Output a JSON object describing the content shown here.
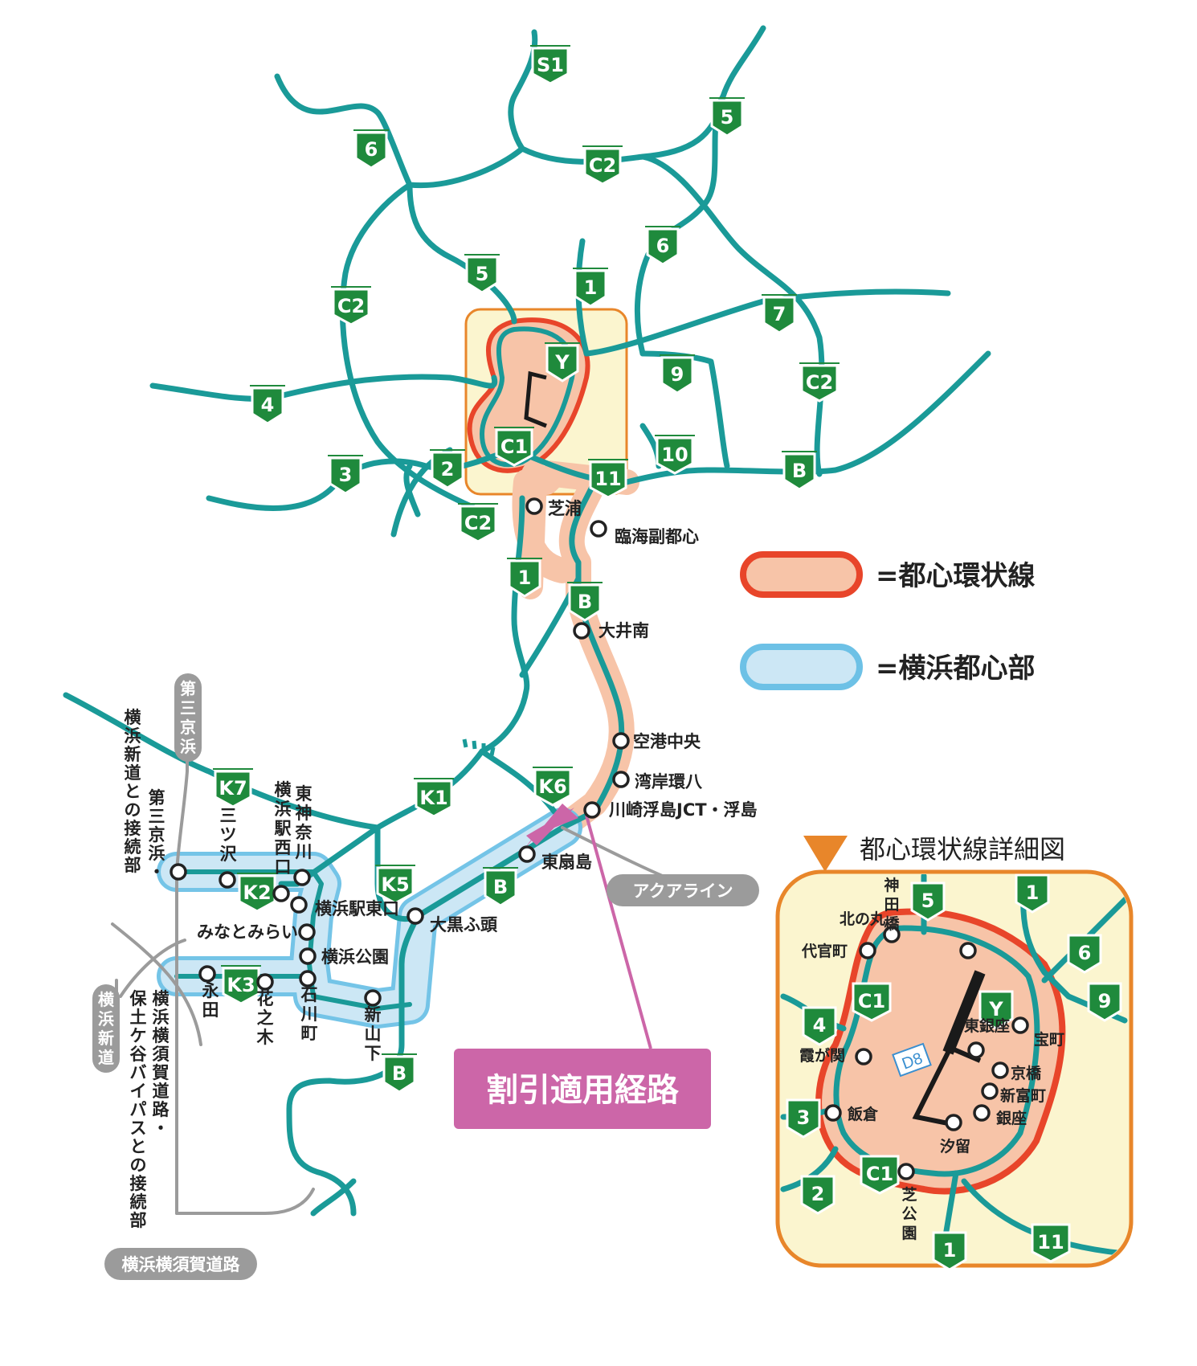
{
  "legend": {
    "ring_label": "=都心環状線",
    "yokohama_label": "=横浜都心部",
    "ring_fill": "#f7c4a8",
    "ring_stroke": "#e8452a",
    "yokohama_fill": "#cce7f5",
    "yokohama_stroke": "#6dc1e6"
  },
  "route_colors": {
    "road": "#1a9a98",
    "shield": "#1f8a3c",
    "discount": "#cc66a8",
    "inset_border": "#e8862a",
    "inset_bg": "#fbf5cf"
  },
  "discount_label": "割引適用経路",
  "inset_title": "都心環状線詳細図",
  "grey_labels": {
    "daisan_keihin": "第三京浜",
    "yokohama_shindo": "横浜新道",
    "yokohama_yokosuka": "横浜横須賀道路",
    "aqualine": "アクアライン"
  },
  "vertical_notes": {
    "shindo_connect": [
      "横",
      "浜",
      "新",
      "道",
      "と",
      "の",
      "接",
      "続",
      "部"
    ],
    "daisan_keihin_end": [
      "第",
      "三",
      "京",
      "浜",
      "・"
    ],
    "hodogaya": [
      "横",
      "浜",
      "横",
      "須",
      "賀",
      "道",
      "路",
      "・"
    ],
    "hodogaya2": [
      "保",
      "土",
      "ケ",
      "谷",
      "バ",
      "イ",
      "パ",
      "ス",
      "と",
      "の",
      "接",
      "続",
      "部"
    ]
  },
  "main_shields": [
    "S1",
    "5",
    "6",
    "C2",
    "5",
    "1",
    "6",
    "C2",
    "7",
    "Y",
    "9",
    "4",
    "C2",
    "C1",
    "10",
    "B",
    "3",
    "2",
    "11",
    "C2",
    "1",
    "B",
    "K7",
    "K1",
    "K6",
    "K5",
    "K2",
    "B",
    "K3",
    "B"
  ],
  "main_stations": [
    "芝浦",
    "臨海副都心",
    "大井南",
    "空港中央",
    "湾岸環八",
    "川崎浮島JCT・浮島",
    "東扇島",
    "大黒ふ頭",
    "横浜駅東口",
    "みなとみらい",
    "横浜公園",
    "三ツ沢",
    "北の丸"
  ],
  "vertical_stations": {
    "higashikanagawa": "東神奈川",
    "yokohama_nishi": "横浜駅西口",
    "mitsuzawa": "三ツ沢",
    "nagata": "永田",
    "hananoki": "花之木",
    "ishikawacho": "石川町",
    "shinyamashita": "新山下"
  },
  "inset": {
    "shields": [
      "5",
      "1",
      "6",
      "9",
      "C1",
      "Y",
      "4",
      "3",
      "C1",
      "2",
      "1",
      "11",
      "D8"
    ],
    "stations": [
      "北の丸",
      "神田橋",
      "代官町",
      "東銀座",
      "宝町",
      "霞が関",
      "京橋",
      "新富町",
      "銀座",
      "飯倉",
      "汐留",
      "芝公園"
    ]
  }
}
